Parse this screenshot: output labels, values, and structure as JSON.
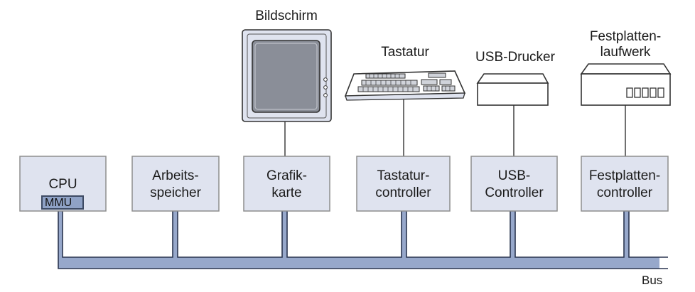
{
  "components": [
    {
      "id": "cpu",
      "label": "CPU",
      "sub": "MMU"
    },
    {
      "id": "arbeitsspeicher",
      "label": "Arbeits-\nspeicher"
    },
    {
      "id": "grafikkarte",
      "label": "Grafik-\nkarte"
    },
    {
      "id": "tastaturcontroller",
      "label": "Tastatur-\ncontroller"
    },
    {
      "id": "usb-controller",
      "label": "USB-\nController"
    },
    {
      "id": "festplattencontroller",
      "label": "Festplatten-\ncontroller"
    }
  ],
  "devices": [
    {
      "id": "bildschirm",
      "label": "Bildschirm"
    },
    {
      "id": "tastatur",
      "label": "Tastatur"
    },
    {
      "id": "usb-drucker",
      "label": "USB-Drucker"
    },
    {
      "id": "festplattenlaufwerk",
      "label": "Festplatten-\nlaufwerk"
    }
  ],
  "bus_label": "Bus",
  "colors": {
    "box_fill": "#dfe3ef",
    "box_border": "#8e8e8e",
    "bus_fill": "#97a8cb",
    "bus_border": "#2a3550",
    "mmu_fill": "#8fa2c6"
  }
}
